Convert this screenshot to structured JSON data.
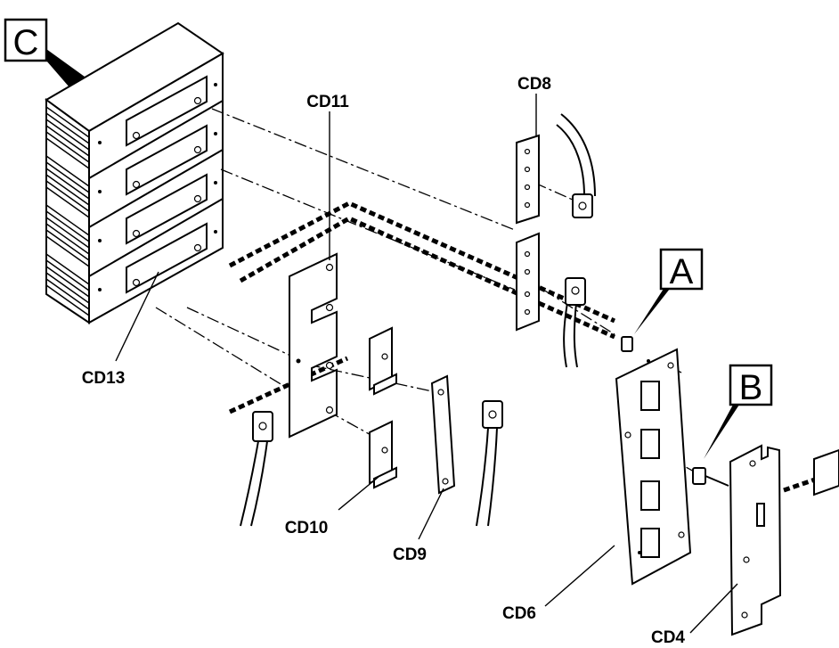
{
  "callouts": {
    "a": "A",
    "b": "B",
    "c": "C"
  },
  "labels": {
    "cd4": "CD4",
    "cd6": "CD6",
    "cd8": "CD8",
    "cd9": "CD9",
    "cd10": "CD10",
    "cd11": "CD11",
    "cd13": "CD13"
  }
}
